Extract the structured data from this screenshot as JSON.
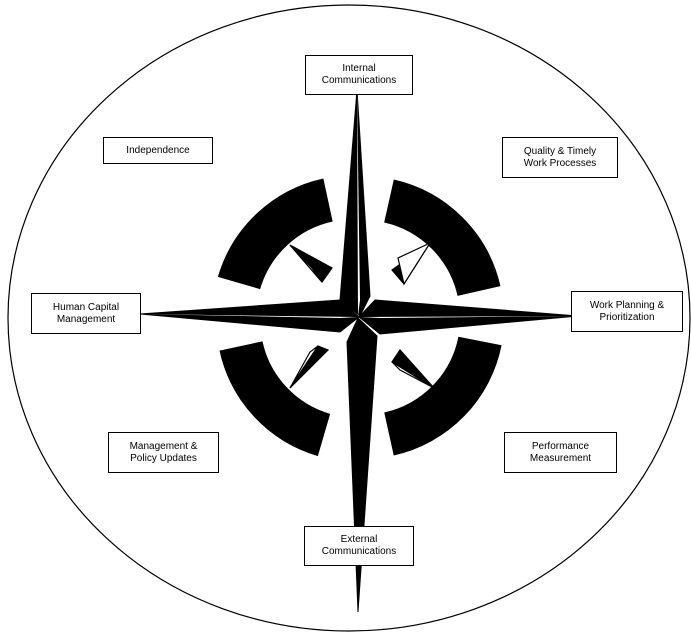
{
  "diagram": {
    "colors": {
      "ink": "#000000",
      "background": "#ffffff"
    },
    "labels": {
      "internal_communications": [
        "Internal",
        "Communications"
      ],
      "independence": [
        "Independence"
      ],
      "quality_timely": [
        "Quality & Timely",
        "Work Processes"
      ],
      "human_capital": [
        "Human Capital",
        "Management"
      ],
      "work_planning": [
        "Work Planning &",
        "Prioritization"
      ],
      "management_policy": [
        "Management &",
        "Policy Updates"
      ],
      "performance_measurement": [
        "Performance",
        "Measurement"
      ],
      "external_communications": [
        "External",
        "Communications"
      ]
    }
  }
}
